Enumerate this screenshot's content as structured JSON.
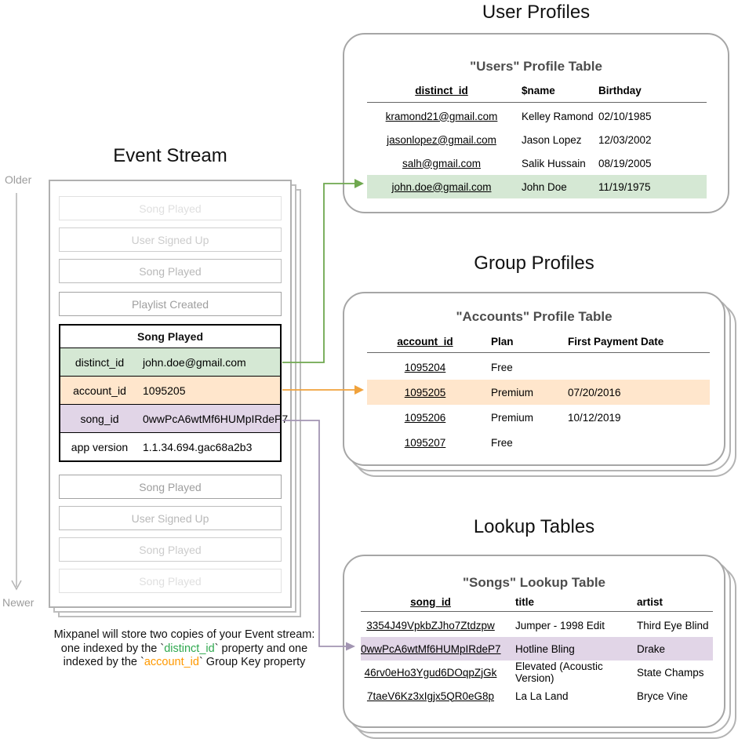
{
  "page": {
    "event_stream_title": "Event Stream",
    "user_profiles_title": "User Profiles",
    "group_profiles_title": "Group Profiles",
    "lookup_tables_title": "Lookup Tables",
    "older_label": "Older",
    "newer_label": "Newer"
  },
  "event_stream": {
    "ghosts_before": [
      "Song Played",
      "User Signed Up",
      "Song Played",
      "Playlist Created"
    ],
    "event": {
      "name": "Song Played",
      "properties": [
        {
          "key": "distinct_id",
          "value": "john.doe@gmail.com"
        },
        {
          "key": "account_id",
          "value": "1095205"
        },
        {
          "key": "song_id",
          "value": "0wwPcA6wtMf6HUMpIRdeP7"
        },
        {
          "key": "app version",
          "value": "1.1.34.694.gac68a2b3"
        }
      ]
    },
    "ghosts_after": [
      "Song Played",
      "User Signed Up",
      "Song Played",
      "Song Played"
    ]
  },
  "users_table": {
    "title": "\"Users\" Profile Table",
    "headers": [
      "distinct_id",
      "$name",
      "Birthday"
    ],
    "rows": [
      [
        "kramond21@gmail.com",
        "Kelley Ramond",
        "02/10/1985"
      ],
      [
        "jasonlopez@gmail.com",
        "Jason Lopez",
        "12/03/2002"
      ],
      [
        "salh@gmail.com",
        "Salik Hussain",
        "08/19/2005"
      ],
      [
        "john.doe@gmail.com",
        "John Doe",
        "11/19/1975"
      ]
    ],
    "highlighted_row_index": 3,
    "highlight_color": "#d5e8d4"
  },
  "accounts_table": {
    "title": "\"Accounts\" Profile Table",
    "headers": [
      "account_id",
      "Plan",
      "First Payment Date"
    ],
    "rows": [
      [
        "1095204",
        "Free",
        ""
      ],
      [
        "1095205",
        "Premium",
        "07/20/2016"
      ],
      [
        "1095206",
        "Premium",
        "10/12/2019"
      ],
      [
        "1095207",
        "Free",
        ""
      ]
    ],
    "highlighted_row_index": 1,
    "highlight_color": "#ffe6cc"
  },
  "songs_table": {
    "title": "\"Songs\" Lookup Table",
    "headers": [
      "song_id",
      "title",
      "artist"
    ],
    "rows": [
      [
        "3354J49VpkbZJho7Ztdzpw",
        "Jumper - 1998 Edit",
        "Third Eye Blind"
      ],
      [
        "0wwPcA6wtMf6HUMpIRdeP7",
        "Hotline Bling",
        "Drake"
      ],
      [
        "46rv0eHo3Ygud6DOqpZjGk",
        "Elevated (Acoustic Version)",
        "State Champs"
      ],
      [
        "7taeV6Kz3xIgjx5QR0eG8p",
        "La La Land",
        "Bryce Vine"
      ]
    ],
    "highlighted_row_index": 1,
    "highlight_color": "#e1d5e7"
  },
  "caption": {
    "line1": "Mixpanel will store two copies of your Event stream:",
    "line2_pre": "one indexed by the `",
    "line2_code": "distinct_id",
    "line2_post": "` property and one",
    "line3_pre": "indexed by the `",
    "line3_code": "account_id",
    "line3_post": "` Group Key property"
  },
  "colors": {
    "distinct_id_fill": "#d5e8d4",
    "account_id_fill": "#ffe6cc",
    "song_id_fill": "#e1d5e7",
    "green_arrow": "#6fa84f",
    "orange_arrow": "#f0a23c",
    "purple_arrow": "#a295b2",
    "caption_green": "#2fa84f",
    "caption_orange": "#ff9900"
  }
}
